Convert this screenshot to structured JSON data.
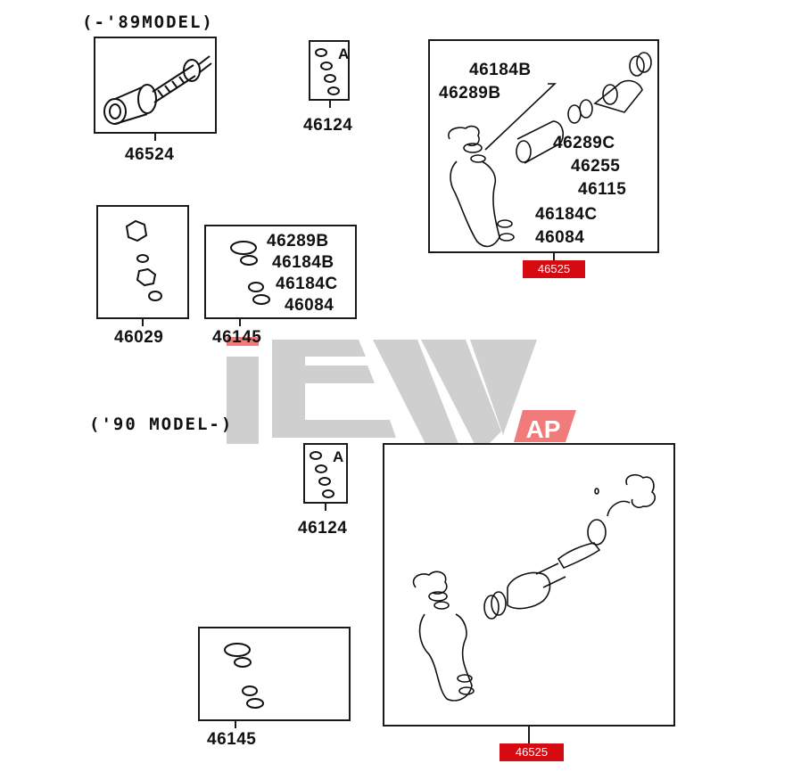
{
  "sections": {
    "pre89": {
      "label": "(-'89MODEL)",
      "parts": [
        {
          "id": "46524",
          "caption": "46524"
        },
        {
          "id": "46124",
          "caption": "46124",
          "marker": "A"
        },
        {
          "id": "46525",
          "caption": "46525",
          "highlighted": true,
          "callouts": [
            "46184B",
            "46289B",
            "46289C",
            "46255",
            "46115",
            "46184C",
            "46084"
          ]
        },
        {
          "id": "46029",
          "caption": "46029"
        },
        {
          "id": "46145",
          "caption": "46145",
          "callouts": [
            "46289B",
            "46184B",
            "46184C",
            "46084"
          ]
        }
      ]
    },
    "post90": {
      "label": "('90 MODEL-)",
      "parts": [
        {
          "id": "46124",
          "caption": "46124",
          "marker": "A"
        },
        {
          "id": "46525",
          "caption": "46525",
          "highlighted": true
        },
        {
          "id": "46145",
          "caption": "46145"
        }
      ]
    }
  },
  "watermark": {
    "brand": "ICW",
    "badge": "AP",
    "gray": "#cfcfcf",
    "red": "#f17b7b"
  },
  "colors": {
    "highlight_tag": "#d60b12",
    "line": "#1a1a1a"
  }
}
